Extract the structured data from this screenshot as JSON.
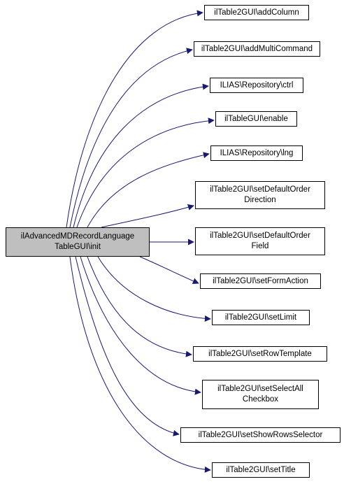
{
  "colors": {
    "edge": "#191970",
    "root_fill": "#bfbfbf",
    "node_fill": "#ffffff",
    "node_border": "#000000"
  },
  "root": {
    "line1": "ilAdvancedMDRecordLanguage",
    "line2": "TableGUI\\init"
  },
  "callees": [
    {
      "line1": "ilTable2GUI\\addColumn",
      "line2": ""
    },
    {
      "line1": "ilTable2GUI\\addMultiCommand",
      "line2": ""
    },
    {
      "line1": "ILIAS\\Repository\\ctrl",
      "line2": ""
    },
    {
      "line1": "ilTableGUI\\enable",
      "line2": ""
    },
    {
      "line1": "ILIAS\\Repository\\lng",
      "line2": ""
    },
    {
      "line1": "ilTable2GUI\\setDefaultOrder",
      "line2": "Direction"
    },
    {
      "line1": "ilTable2GUI\\setDefaultOrder",
      "line2": "Field"
    },
    {
      "line1": "ilTable2GUI\\setFormAction",
      "line2": ""
    },
    {
      "line1": "ilTable2GUI\\setLimit",
      "line2": ""
    },
    {
      "line1": "ilTable2GUI\\setRowTemplate",
      "line2": ""
    },
    {
      "line1": "ilTable2GUI\\setSelectAll",
      "line2": "Checkbox"
    },
    {
      "line1": "ilTable2GUI\\setShowRowsSelector",
      "line2": ""
    },
    {
      "line1": "ilTable2GUI\\setTitle",
      "line2": ""
    }
  ]
}
